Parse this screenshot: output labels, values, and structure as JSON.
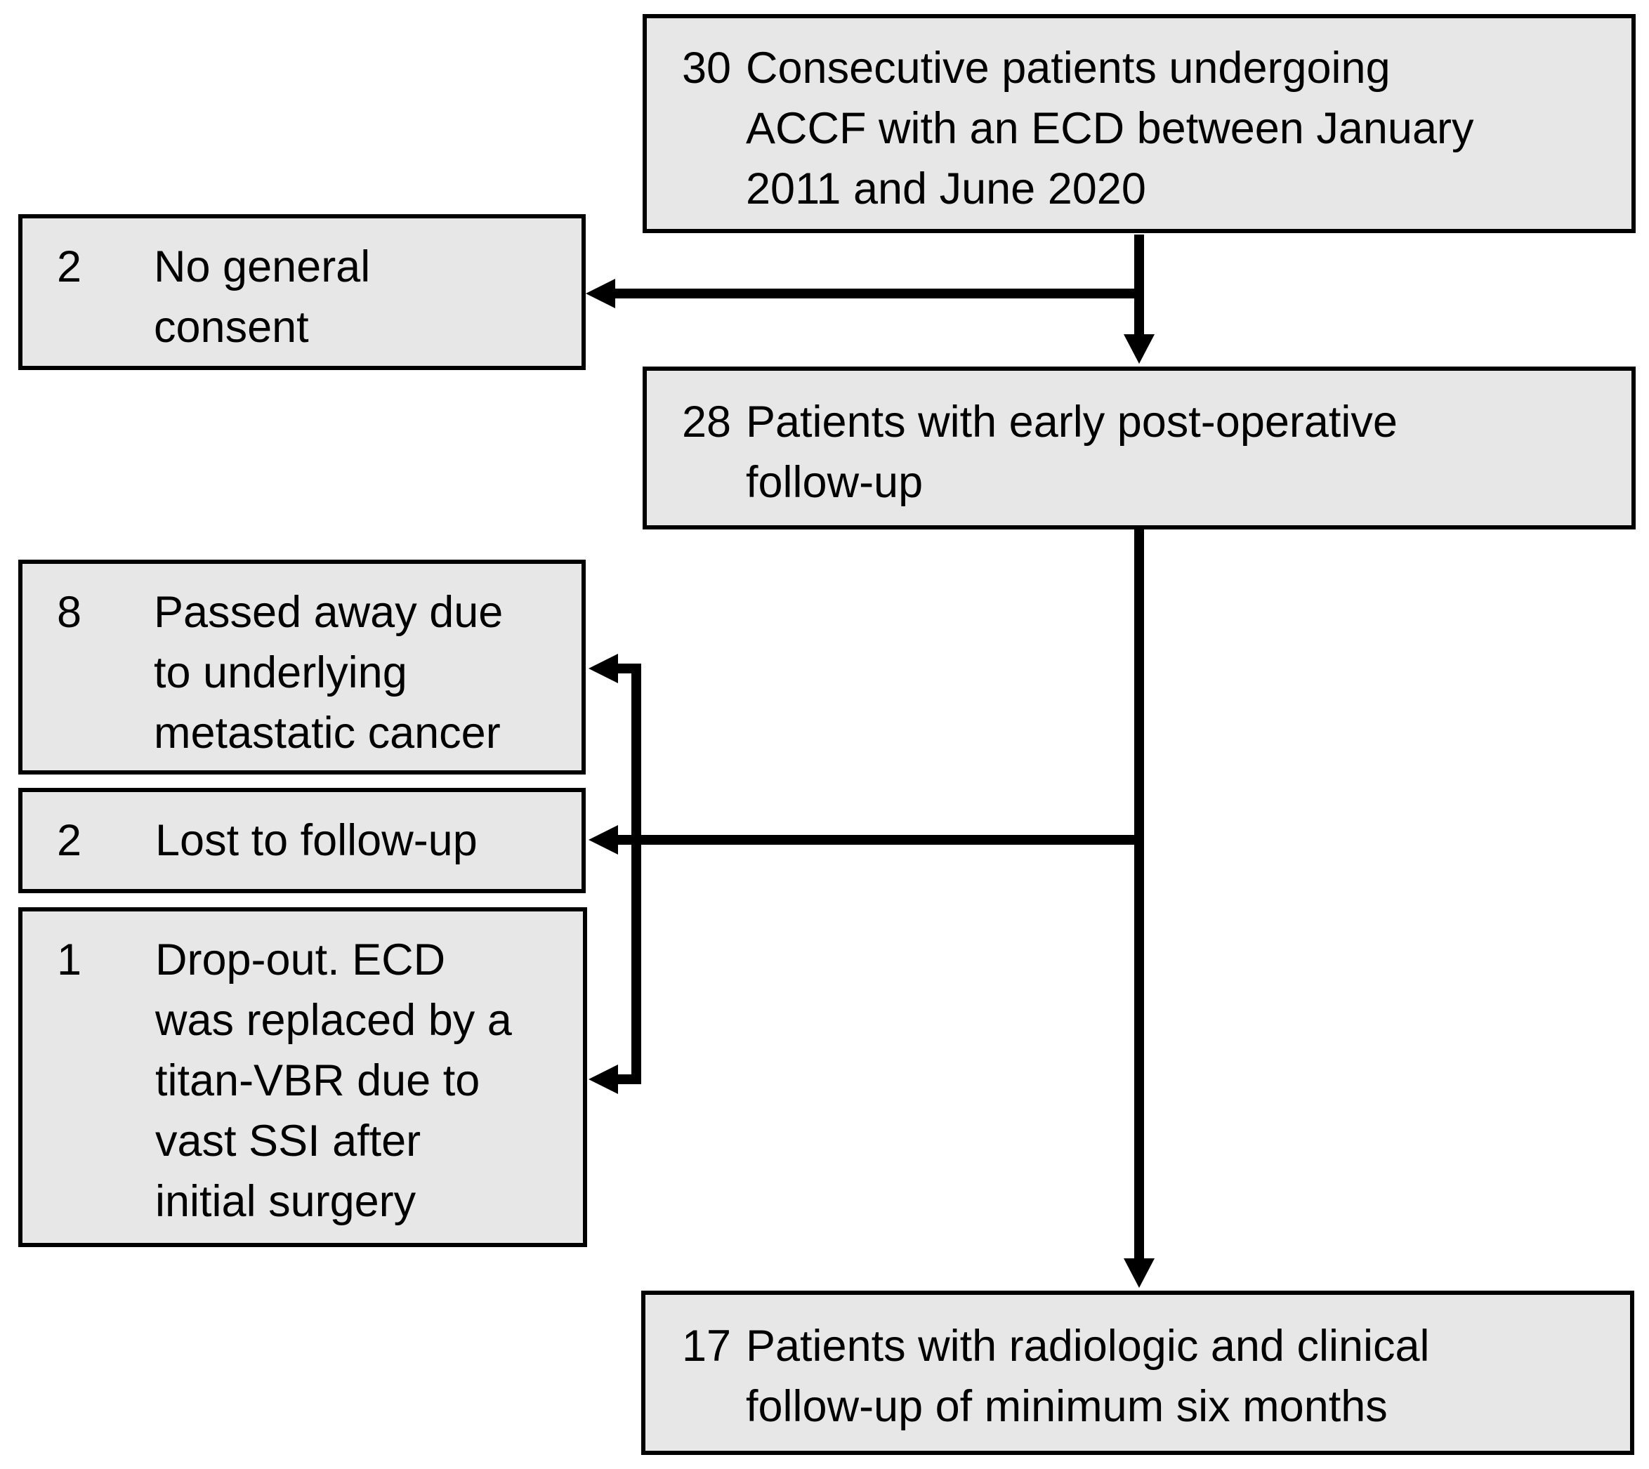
{
  "flowchart": {
    "boxes": {
      "screened": {
        "count": "30",
        "text": "Consecutive patients undergoing\nACCF with an ECD between January\n2011 and June 2020"
      },
      "no_consent": {
        "count": "2",
        "text": "No general\nconsent"
      },
      "early_followup": {
        "count": "28",
        "text": "Patients with early post-operative\nfollow-up"
      },
      "passed_away": {
        "count": "8",
        "text": "Passed away due\nto underlying\nmetastatic cancer"
      },
      "lost": {
        "count": "2",
        "text": "Lost to follow-up"
      },
      "dropout": {
        "count": "1",
        "text": "Drop-out. ECD\nwas replaced by a\ntitan-VBR due to\nvast SSI after\ninitial surgery"
      },
      "final": {
        "count": "17",
        "text": "Patients with radiologic and clinical\nfollow-up of minimum six months"
      }
    }
  }
}
